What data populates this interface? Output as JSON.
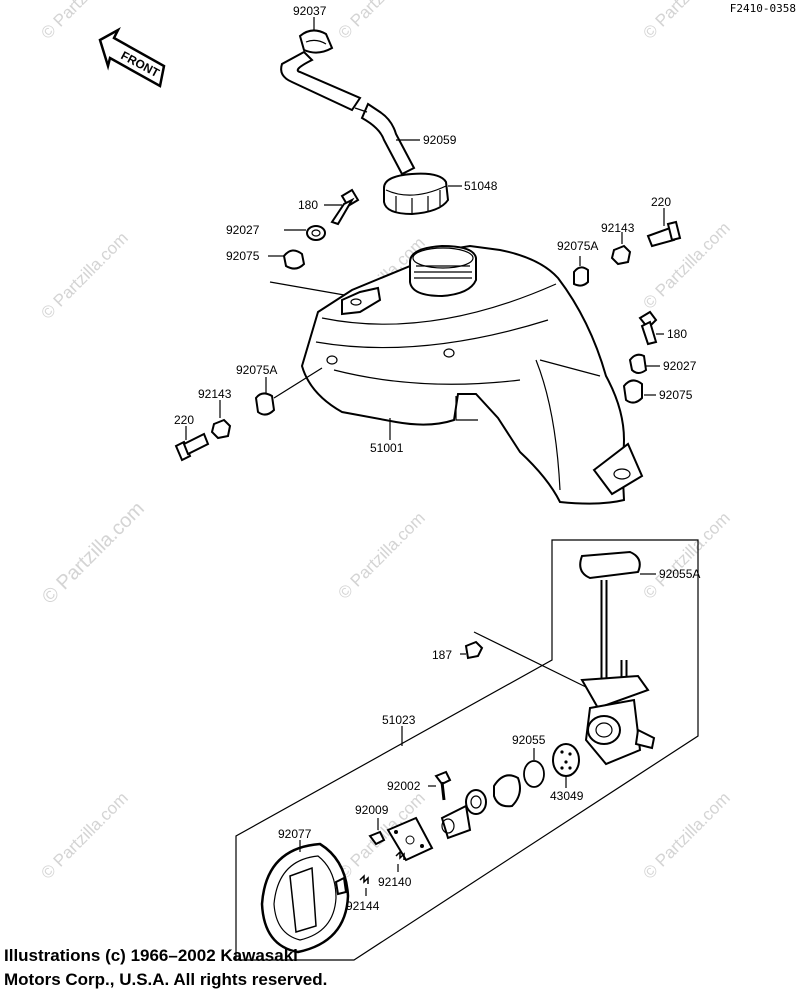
{
  "figure_code": "F2410-0358",
  "front_arrow_text": "FRONT",
  "watermark_text": "© Partzilla.com",
  "parts": {
    "clamp_92037": "92037",
    "hose_92059": "92059",
    "cap_51048": "51048",
    "bolt_180_left": "180",
    "washer_92027_left": "92027",
    "damper_92075_left": "92075",
    "damper_92075A_right": "92075A",
    "nut_92143_right": "92143",
    "bolt_220_right": "220",
    "bolt_180_right": "180",
    "washer_92027_right": "92027",
    "damper_92075_right": "92075",
    "damper_92075A_left": "92075A",
    "nut_92143_left": "92143",
    "bolt_220_left": "220",
    "tank_51001": "51001",
    "gasket_92055A": "92055A",
    "screw_187": "187",
    "cock_51023": "51023",
    "oring_92055": "92055",
    "diaphragm_43049": "43049",
    "screw_92002": "92002",
    "screw_92009": "92009",
    "knob_92077": "92077",
    "spring_92140": "92140",
    "spring_92144": "92144"
  },
  "copyright": {
    "line1": "Illustrations (c) 1966–2002 Kawasaki",
    "line2": "Motors Corp., U.S.A.  All rights reserved."
  }
}
